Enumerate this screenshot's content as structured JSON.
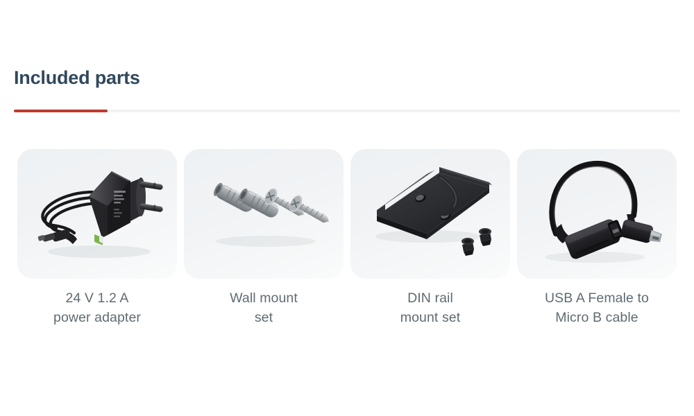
{
  "section": {
    "title": "Included parts",
    "accent_color": "#c0392f",
    "title_color": "#31485c",
    "divider_color": "#f0f2f3"
  },
  "cards": [
    {
      "image_name": "power-adapter-image",
      "caption_line1": "24 V 1.2 A",
      "caption_line2": "power adapter"
    },
    {
      "image_name": "wall-mount-set-image",
      "caption_line1": "Wall mount",
      "caption_line2": "set"
    },
    {
      "image_name": "din-rail-mount-set-image",
      "caption_line1": "DIN rail",
      "caption_line2": "mount set"
    },
    {
      "image_name": "usb-cable-image",
      "caption_line1": "USB A Female to",
      "caption_line2": "Micro B cable"
    }
  ]
}
